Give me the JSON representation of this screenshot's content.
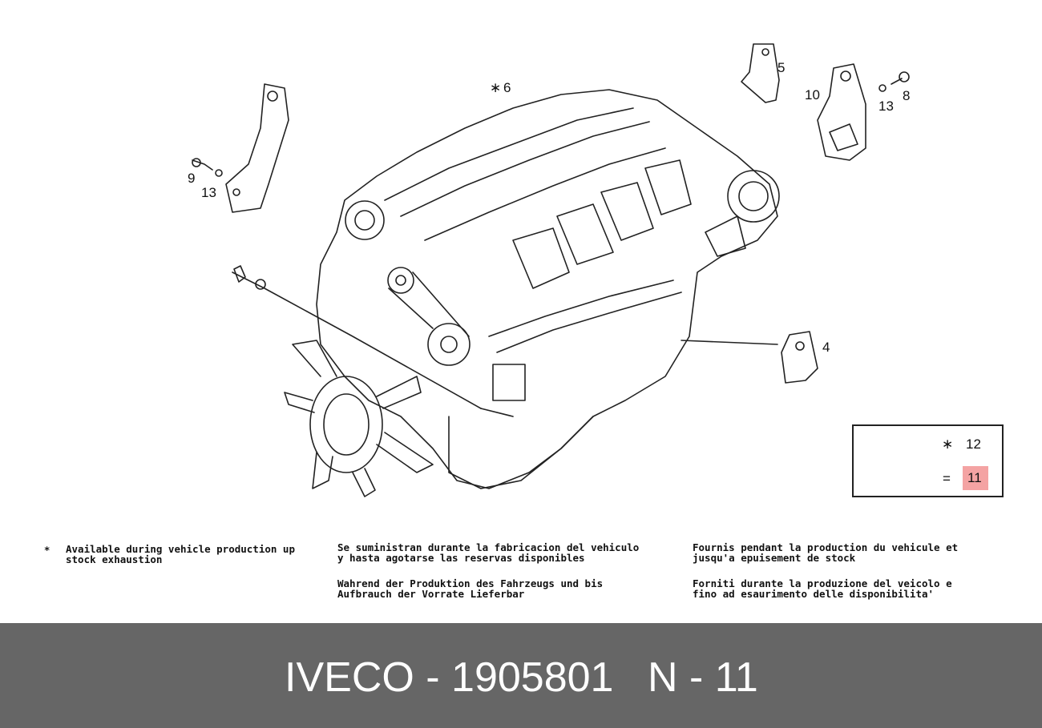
{
  "callouts": {
    "c4": "4",
    "c5": "5",
    "c6": "6",
    "c8": "8",
    "c9": "9",
    "c10": "10",
    "c13a": "13",
    "c13b": "13"
  },
  "legend": {
    "item_12": "12",
    "item_11": "11",
    "equals_marker": "=",
    "asterisk_marker": "∗"
  },
  "notes": {
    "asterisk": "∗",
    "en": "Available during vehicle production up\nstock exhaustion",
    "es": "Se suministran durante la fabricacion del vehiculo\ny hasta agotarse las reservas disponibles",
    "fr": "Fournis pendant la production du vehicule et\njusqu'a epuisement de stock",
    "de": "Wahrend der Produktion des Fahrzeugs und bis\nAufbrauch der Vorrate Lieferbar",
    "it": "Forniti durante la produzione del veicolo e\nfino ad esaurimento delle disponibilita'"
  },
  "footer": {
    "brand_part": "IVECO - 1905801",
    "ref_part": "N - 11"
  },
  "colors": {
    "footer_bg": "#666666",
    "highlight": "#f4a3a3",
    "ink": "#111111"
  }
}
